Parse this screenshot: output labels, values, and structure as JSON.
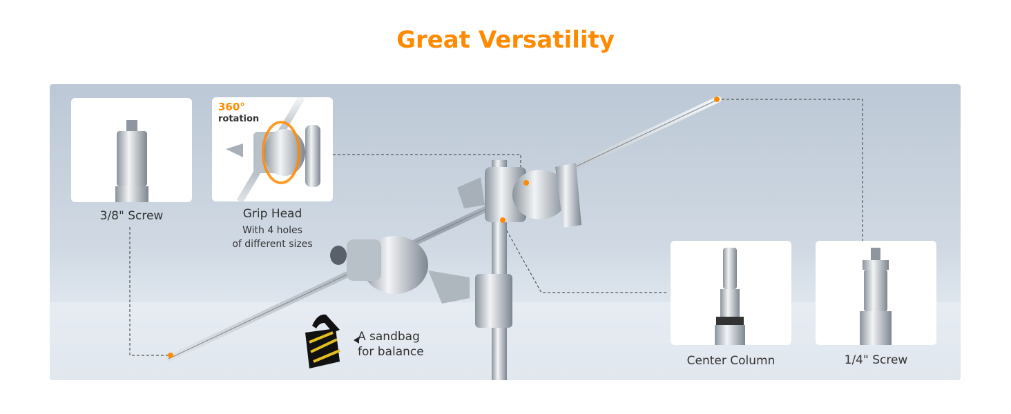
{
  "title": "Great Versatility",
  "accent_color": "#ff8a00",
  "callouts": {
    "screw_38": {
      "label": "3/8\" Screw"
    },
    "grip_head": {
      "badge_value": "360°",
      "badge_text": "rotation",
      "label": "Grip Head",
      "desc_line1": "With 4 holes",
      "desc_line2": "of different sizes"
    },
    "center_column": {
      "label": "Center Column"
    },
    "screw_14": {
      "label": "1/4\" Screw"
    },
    "sandbag": {
      "line1": "A sandbag",
      "line2": "for balance"
    }
  }
}
